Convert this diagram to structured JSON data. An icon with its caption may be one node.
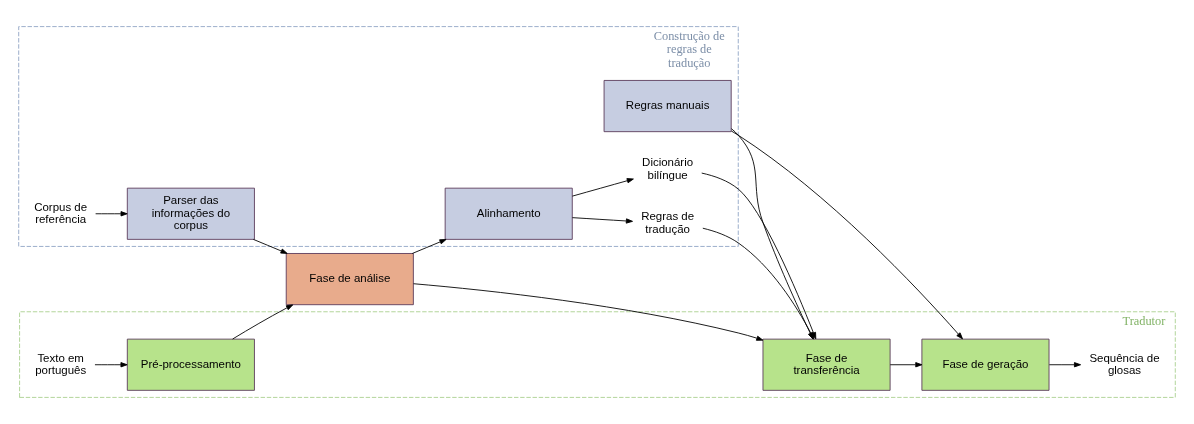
{
  "diagram": {
    "nodes": [
      {
        "text": [
          "Construção de regras de tradução"
        ]
      },
      {
        "text": [
          "Tradutor"
        ]
      },
      {
        "text": [
          "Corpus de referência"
        ],
        "in": 0
      },
      {
        "text": [
          "Parser das informações do corpus"
        ],
        "in": 0
      },
      {
        "text": [
          "Alinhamento"
        ],
        "in": 0
      },
      {
        "text": [
          "Regras manuais"
        ],
        "in": 0
      },
      {
        "text": [
          "Dicionário bilíngue"
        ],
        "in": 0
      },
      {
        "text": [
          "Regras de tradução"
        ],
        "in": 0
      },
      {
        "text": [
          "Fase de análise"
        ]
      },
      {
        "text": [
          "Texto em português"
        ],
        "in": 1
      },
      {
        "text": [
          "Pré-processamento"
        ],
        "in": 1
      },
      {
        "text": [
          "Fase de transferência"
        ],
        "in": 1
      },
      {
        "text": [
          "Fase de geração"
        ],
        "in": 1
      },
      {
        "text": [
          "Sequência de glosas"
        ],
        "in": 1
      }
    ],
    "edges": [
      {
        "from": 2,
        "to": 3,
        "arrow": "to"
      },
      {
        "from": 3,
        "to": 8,
        "arrow": "to"
      },
      {
        "from": 8,
        "to": 4,
        "arrow": "to"
      },
      {
        "from": 4,
        "to": 6,
        "arrow": "to"
      },
      {
        "from": 4,
        "to": 7,
        "arrow": "to"
      },
      {
        "from": 9,
        "to": 10,
        "arrow": "to"
      },
      {
        "from": 10,
        "to": 8,
        "arrow": "to"
      },
      {
        "from": 8,
        "to": 11,
        "arrow": "to"
      },
      {
        "from": 6,
        "to": 11,
        "arrow": "to"
      },
      {
        "from": 7,
        "to": 11,
        "arrow": "to"
      },
      {
        "from": 5,
        "to": 11,
        "arrow": "to"
      },
      {
        "from": 5,
        "to": 12,
        "arrow": "to"
      },
      {
        "from": 11,
        "to": 12,
        "arrow": "to"
      },
      {
        "from": 12,
        "to": 13,
        "arrow": "to"
      }
    ]
  }
}
